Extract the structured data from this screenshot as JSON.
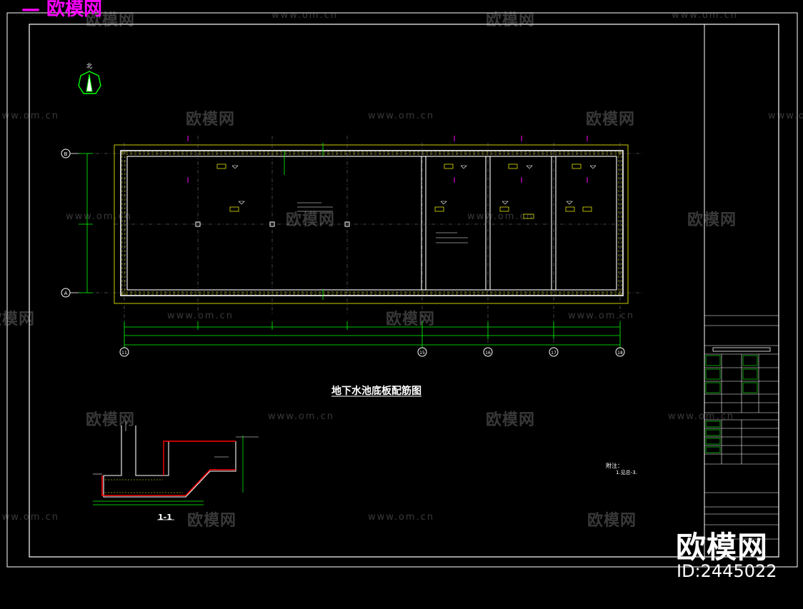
{
  "drawing": {
    "title": "地下水池底板配筋图",
    "section_label": "1-1",
    "notes_title": "附注：",
    "notes_line": "1.见总-3."
  },
  "axes": {
    "horizontal": [
      "B",
      "A"
    ],
    "vertical": [
      "11",
      "15",
      "16",
      "17",
      "18"
    ]
  },
  "watermark": {
    "brand": "欧模网",
    "url": "www.om.cn"
  },
  "corner_brand": {
    "name": "欧模网",
    "id": "ID:2445022"
  },
  "top_label": "— 欧模网",
  "colors": {
    "frame": "#ffffff",
    "wall": "#ffffff",
    "hatch": "#ffff00",
    "axis": "#ffffff",
    "dimension": "#00ff00",
    "rebar": "#ff0000",
    "tag": "#ff00ff",
    "north": "#00ff00"
  }
}
